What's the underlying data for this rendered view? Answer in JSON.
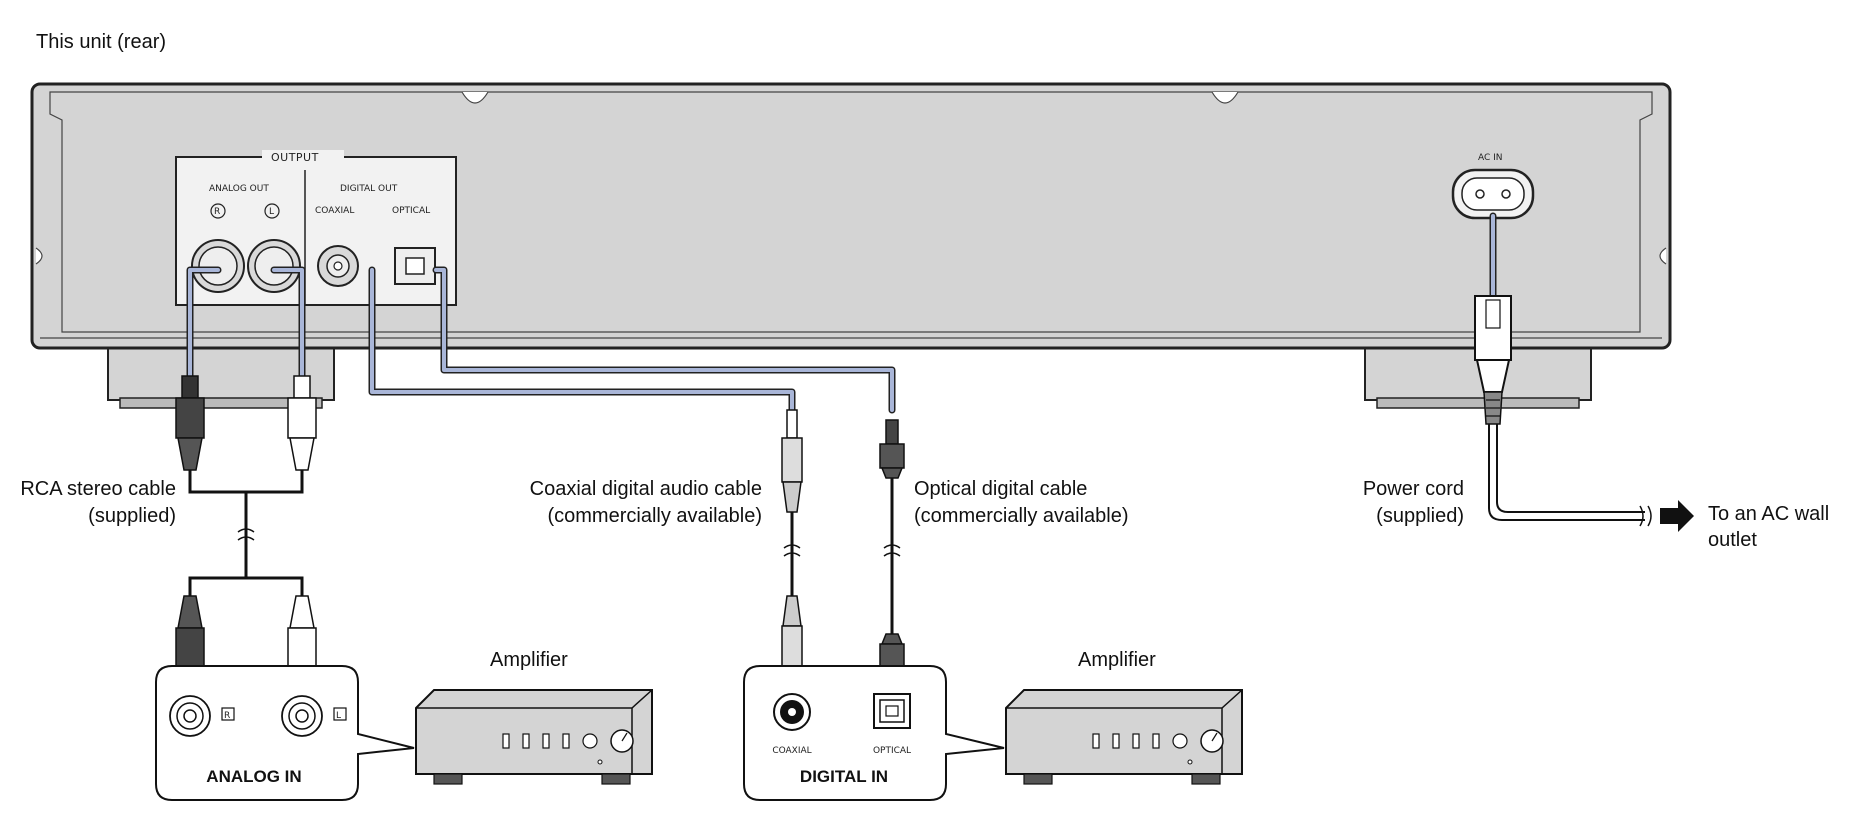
{
  "unit_label": "This unit (rear)",
  "panel": {
    "output": "OUTPUT",
    "analog_out": "ANALOG OUT",
    "ch_r": "R",
    "ch_l": "L",
    "digital_out": "DIGITAL OUT",
    "coaxial": "COAXIAL",
    "optical": "OPTICAL",
    "ac_in": "AC IN"
  },
  "cables": {
    "rca_line1": "RCA stereo cable",
    "rca_line2": "(supplied)",
    "coax_line1": "Coaxial digital audio cable",
    "coax_line2": "(commercially available)",
    "optical_line1": "Optical digital cable",
    "optical_line2": "(commercially available)",
    "power_line1": "Power cord",
    "power_line2": "(supplied)",
    "outlet_line1": "To an AC wall",
    "outlet_line2": "outlet"
  },
  "amp_analog": {
    "title": "Amplifier",
    "input_label": "ANALOG IN",
    "ch_r": "R",
    "ch_l": "L"
  },
  "amp_digital": {
    "title": "Amplifier",
    "input_label": "DIGITAL  IN",
    "coaxial": "COAXIAL",
    "optical": "OPTICAL"
  },
  "colors": {
    "chassis": "#d4d4d4",
    "cable_highlight": "#a9b6d8",
    "outline": "#222222"
  }
}
